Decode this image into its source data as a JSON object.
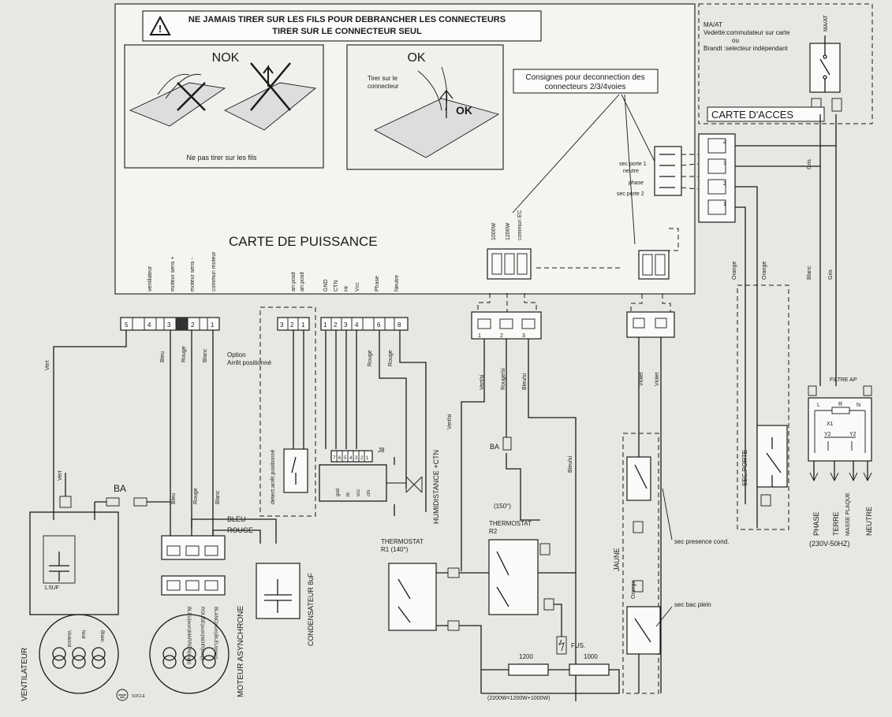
{
  "warning": {
    "line1": "NE JAMAIS TIRER SUR LES FILS POUR DEBRANCHER LES CONNECTEURS",
    "line2": "TIRER SUR LE CONNECTEUR SEUL",
    "icon": "warning-triangle-icon"
  },
  "photos": {
    "nok": "NOK",
    "ok": "OK",
    "ok_arrow": "OK",
    "ne_pas_tirer": "Ne pas tirer sur les fils",
    "tirer_line1": "Tirer sur le",
    "tirer_line2": "connecteur"
  },
  "consignes": {
    "line1": "Consignes pour deconnection des",
    "line2": "connecteurs 2/3/4voies"
  },
  "carte_puissance": "CARTE DE PUISSANCE",
  "carte_acces": "CARTE D'ACCES",
  "maat": {
    "line1": "MA/AT",
    "line2": "Vedette:commutateur sur carte",
    "line3": "ou",
    "line4": "Brandt  :selecteur indépendant",
    "switch_label": "MA/AT"
  },
  "four_way": {
    "sec_porte1": "sec porte 1",
    "neutre": "neutre",
    "phase": "phase",
    "sec_porte2": "sec porte 2",
    "pins": [
      "4",
      "3",
      "2",
      "1"
    ]
  },
  "rot_labels": {
    "ventilateur": "ventilateur",
    "moteur_sens_plus": "moteur sens +",
    "moteur_sens_minus": "moteur sens -",
    "commun_moteur": "commun moteur",
    "arr_posit1": "arr.posit",
    "arr_posit2": "arr.posit",
    "gnd": "GND",
    "ctn": "CTN",
    "hr": "Hr",
    "vcc": "Vcc",
    "phase": "Phase",
    "neutre": "Neutre",
    "w1000": "1000W",
    "w1200": "1200W",
    "commun_ec": "commun EC"
  },
  "fan_connector": {
    "pins": [
      "5",
      "4",
      "3",
      "2",
      "1"
    ],
    "wires": [
      "Bleu",
      "Rouge",
      "Blanc"
    ]
  },
  "arret_connector": {
    "pins": [
      "3",
      "2",
      "1"
    ]
  },
  "ctn_connector": {
    "pins": [
      "1",
      "2",
      "3",
      "4",
      "6",
      "8"
    ],
    "wires": [
      "Rouge",
      "Rouge"
    ]
  },
  "heater_connector": {
    "pins": [
      "1",
      "2",
      "3"
    ],
    "wires": [
      "Vert/si",
      "Rouge/si",
      "Bleu/si"
    ]
  },
  "option": {
    "line1": "Option",
    "line2": "Arrêt positionné",
    "detect": "detect.arrêt positionné"
  },
  "j8": {
    "label": "J8",
    "pins": [
      "7",
      "6",
      "5",
      "4",
      "3",
      "2",
      "1"
    ],
    "wire_labels": [
      "gnd",
      "hr",
      "vcc",
      "ctn"
    ]
  },
  "humidistance": "HUMIDISTANCE +CTN",
  "ba1": "BA",
  "ba2": "BA",
  "vert": "Vert",
  "vert2": "Vert",
  "vert_si": "Vert/si",
  "bleu_si": "Bleu/si",
  "motor_wire_colors": [
    "Bleu",
    "Rouge",
    "Blanc"
  ],
  "bleu": "BLEU",
  "rouge": "ROUGE",
  "condensateur": "CONDENSATEUR 8uF",
  "capacitor_fan": "1.5UF",
  "ventilateur": "VENTILATEUR",
  "moteur": {
    "title": "MOTEUR ASYNCHRONE",
    "coil1": "BLEU(ecm)MARRON(mep)",
    "coil2": "ROUGE(ecm)NOIR(mep)",
    "coil3": "BLANC(ecm)BLEU(mep)"
  },
  "fan_coils": [
    "Violet/nl",
    "Noir",
    "Blanc"
  ],
  "socle": "SOCLE",
  "thermostat_r1": {
    "line1": "THERMOSTAT",
    "line2": "R1  (140°)"
  },
  "thermostat_r2": {
    "line0": "(150°)",
    "line1": "THERMOSTAT",
    "line2": "R2"
  },
  "fus": "FUS.",
  "r1200": "1200",
  "r1000": "1000",
  "total_power": "(2200W=1200W+1000W)",
  "violet1": "Violet",
  "violet2": "Violet",
  "jaune": "JAUNE",
  "orange_jaune": "Orange",
  "sec_presence": "sec presence cond.",
  "sec_bac": "sec bac plein",
  "sec_porte": "SEC.PORTE",
  "right_wires": [
    "Orange",
    "Orange",
    "Blanc",
    "Gris"
  ],
  "gris_top": "Gris",
  "filtre": {
    "label": "FILTRE AP",
    "r": "R",
    "l": "L",
    "n": "N",
    "x1": "X1",
    "y2a": "Y2",
    "y2b": "Y2"
  },
  "mains": {
    "phase": "PHASE",
    "terre": "TERRE",
    "masse": "MASSE PLAQUE",
    "neutre": "NEUTRE",
    "voltage": "(230V-50HZ)"
  }
}
